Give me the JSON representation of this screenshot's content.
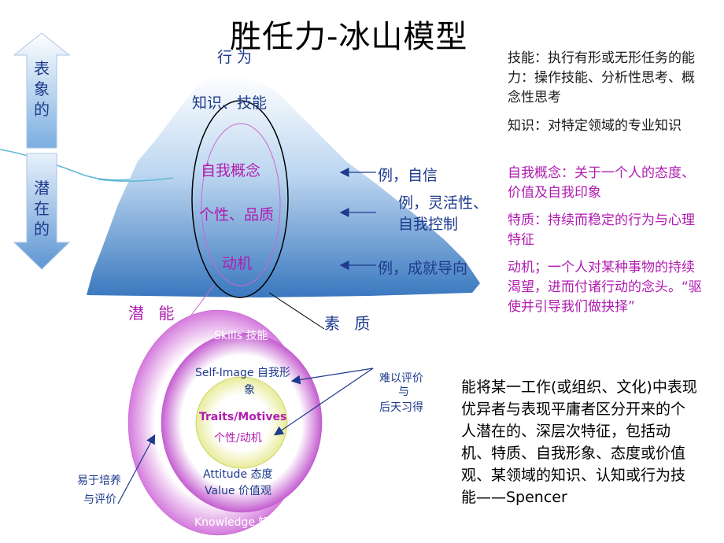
{
  "title": "胜任力-冰山模型",
  "arrows": {
    "up_label": [
      "表",
      "象",
      "的"
    ],
    "down_label": [
      "潜",
      "在",
      "的"
    ]
  },
  "iceberg": {
    "levels": [
      "行 为",
      "知识、技能",
      "自我概念",
      "个性、品质",
      "动机"
    ]
  },
  "examples": {
    "self_concept": "例，自信",
    "trait_line1": "例，灵活性、",
    "trait_line2": "自我控制",
    "motive": "例，成就导向"
  },
  "labels": {
    "potential": "潜 能",
    "quality": "素 质"
  },
  "definitions": {
    "skill": "技能：执行有形或无形任务的能力：操作技能、分析性思考、概念性思考",
    "knowledge": "知识：对特定领域的专业知识",
    "self_concept": "自我概念：关于一个人的态度、价值及自我印象",
    "trait": "特质：持续而稳定的行为与心理特征",
    "motive": "动机；一个人对某种事物的持续渴望，进而付诸行动的念头。“驱使并引导我们做抉择”"
  },
  "circles": {
    "skills": "Skills  技能",
    "self_image_line1": "Self-Image 自我形",
    "self_image_line2": "象",
    "traits_en": "Traits/Motives",
    "traits_zh": "个性/动机",
    "attitude": "Attitude  态度",
    "value": "Value  价值观",
    "knowledge": "Knowledge  知识"
  },
  "annotations": {
    "hard_line1": "难以评价",
    "hard_line2": "与",
    "hard_line3": "后天习得",
    "easy_line1": "易于培养",
    "easy_line2": "与评价"
  },
  "paragraph": "能将某一工作(或组织、文化)中表现优异者与表现平庸者区分开来的个人潜在的、深层次特征，包括动机、特质、自我形象、态度或价值观、某领域的知识、认知或行为技能——Spencer",
  "colors": {
    "iceberg": "#3f7fc6",
    "arrow": "#6fa6dc",
    "outer_ring": "#d97ee0",
    "text_blue": "#1d3a8c",
    "magenta": "#b01cb0"
  }
}
